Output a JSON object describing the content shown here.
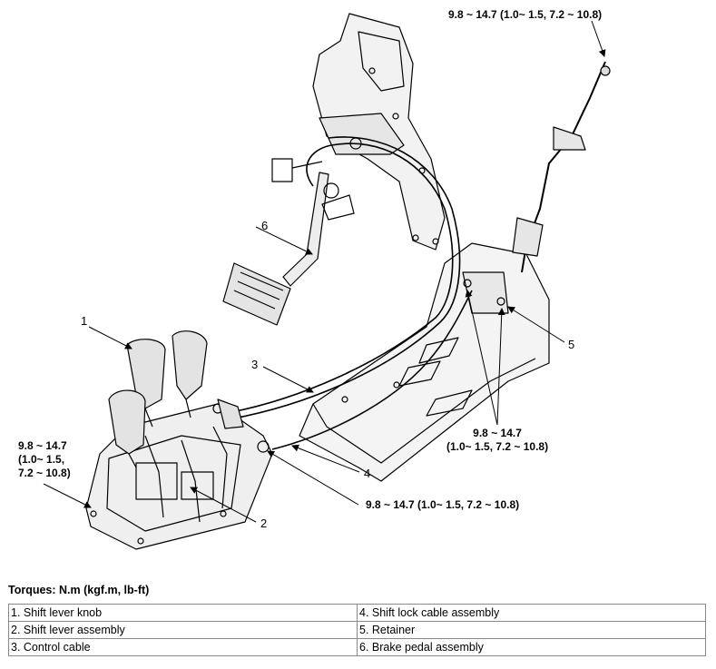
{
  "torques": {
    "top_right": "9.8 ~ 14.7 (1.0~ 1.5, 7.2 ~ 10.8)",
    "left_line1": "9.8 ~ 14.7",
    "left_line2": "(1.0~ 1.5,",
    "left_line3": "7.2 ~ 10.8)",
    "right_line1": "9.8 ~ 14.7",
    "right_line2": "(1.0~ 1.5, 7.2 ~ 10.8)",
    "bottom": "9.8 ~ 14.7 (1.0~ 1.5, 7.2 ~ 10.8)"
  },
  "callout_numbers": [
    "1",
    "2",
    "3",
    "4",
    "5",
    "6"
  ],
  "torque_title": "Torques: N.m (kgf.m, lb-ft)",
  "legend": {
    "rows": [
      [
        "1. Shift lever knob",
        "4. Shift lock cable assembly"
      ],
      [
        "2. Shift lever assembly",
        "5. Retainer"
      ],
      [
        "3. Control cable",
        "6. Brake pedal assembly"
      ]
    ]
  }
}
